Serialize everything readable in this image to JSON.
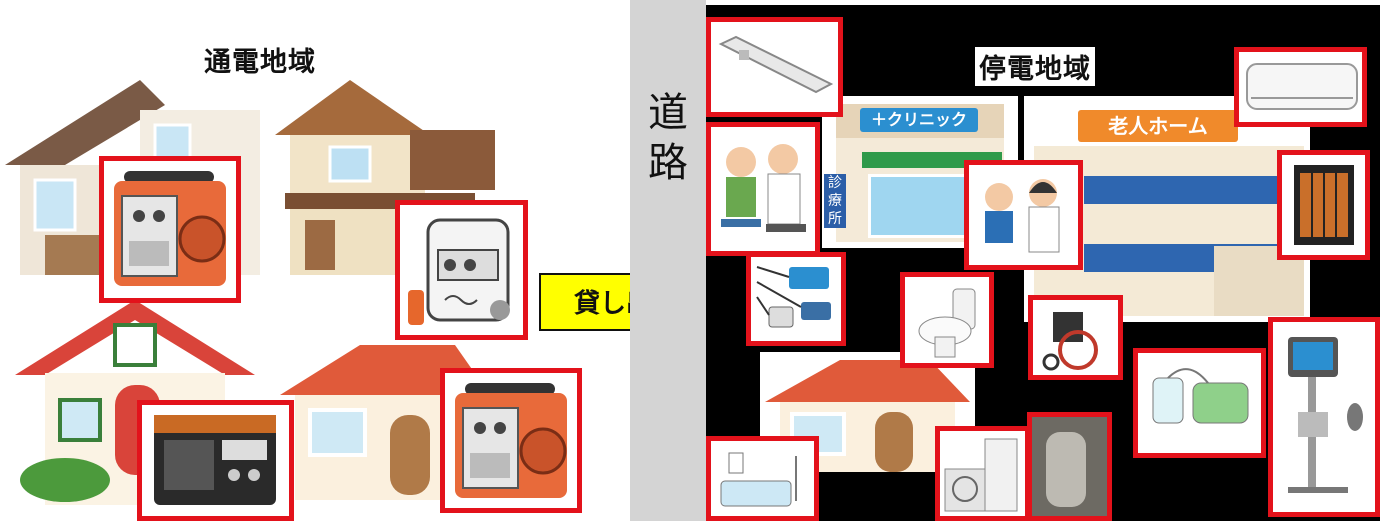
{
  "energized_area": {
    "title": "通電地域"
  },
  "road": {
    "label": "道\n路"
  },
  "lending": {
    "label": "貸し出し"
  },
  "outage_area": {
    "title": "停電地域"
  },
  "clinic": {
    "sign": "クリニック",
    "side_sign": "診療所"
  },
  "nursing_home": {
    "sign": "老人ホーム"
  },
  "colors": {
    "highlight_border": "#e3121b",
    "arrow_fill": "#ffff00",
    "road": "#d4d4d4",
    "outage_bg": "#000000"
  },
  "icons": [
    "portable-generator",
    "gas-generator",
    "inverter-generator",
    "ceiling-light",
    "air-conditioner",
    "doctor-patient",
    "doctor-child",
    "phone-chargers",
    "toilet",
    "wheelchair",
    "oil-heater",
    "suction-machine",
    "ventilator",
    "bathroom",
    "heat-pump",
    "water-heater-tank"
  ]
}
